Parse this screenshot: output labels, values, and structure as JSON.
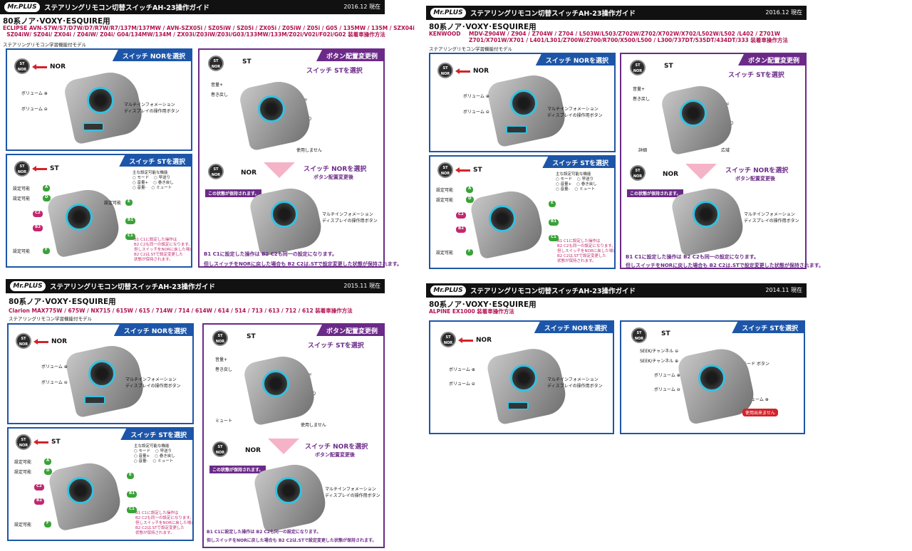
{
  "logo": "Mr.PLUS",
  "guide_title": "ステアリングリモコン切替スイッチAH-23操作ガイド",
  "heading": "80系ノア･VOXY･ESQUIRE用",
  "switch_label": {
    "top": "ST",
    "bottom": "NOR"
  },
  "select_nor": "スイッチ NORを選択",
  "select_st": "スイッチ STを選択",
  "example": "ボタン配置変更例",
  "st_caption": "スイッチ STを選択",
  "nor_caption": "スイッチ NORを選択",
  "nor_caption2": "ボタン配置変更後",
  "keep_state": "この状態が保持されます。",
  "multi_info": "マルチインフォメーション\nディスプレイの操作用ボタン",
  "funcs_title": "主な設定可能な機能",
  "volume": "ボリューム",
  "settable": "設定可能",
  "sheets": [
    {
      "date": "2016.12 現在",
      "models": "ECLIPSE AVN-S7W/S7/D7W/D7/R7W/R7/137M/137MW / AVN-SZX05i / SZ05iW / SZ05i / ZX05i / Z05iW / Z05i / G05 / 135MW / 135M / SZX04i\n  SZ04iW/ SZ04i/ ZX04i / Z04iW/ Z04i/ G04/134MW/134M / ZX03i/Z03iW/Z03i/G03/133MW/133M/Z02i/V02i/F02i/G02 装着車操作方法",
      "note": "ステアリングリモコン学習機能付モデル",
      "footer1": "B1 C1に設定した操作は B2 C2も同一の設定になります。",
      "footer2": "但しスイッチをNORに戻した場合も B2 C2は.STで設定変更した状態が保持されます。"
    },
    {
      "date": "2016.12 現在",
      "brand": "KENWOOD",
      "models": "MDV-Z904W / Z904 / Z704W / Z704 / L503W/L503/Z702W/Z702/X702W/X702/L502W/L502 /L402 / Z701W\nZ701/X701W/X701 / L401/L301/Z700W/Z700/R700/X500/L500 / L300/737DT/535DT/434DT/333 装着車操作方法",
      "note": "ステアリングリモコン学習機能付モデル",
      "footer1": "B1 C1に設定した操作は B2 C2も同一の設定になります。",
      "footer2": "但しスイッチをNORに戻した場合も B2 C2は.STで設定変更した状態が保持されます。"
    },
    {
      "date": "2015.11 現在",
      "models": "Clarion MAX775W / 675W / NX715 / 615W / 615 / 714W / 714 / 614W / 614 / 514 / 713 / 613 / 712 / 612 装着車操作方法",
      "note": "ステアリングリモコン学習機能付モデル",
      "footer1": "B1 C1に設定した操作は B2 C2も同一の設定になります。",
      "footer2": "但しスイッチをNORに戻した場合も B2 C2は.STで設定変更した状態が保持されます。"
    },
    {
      "date": "2014.11 現在",
      "models": "ALPINE EX1000 装着車操作方法",
      "seek": "SEEK/チャンネル",
      "mode_btn": "モード ボタン",
      "unusable": "使用出来ません"
    }
  ],
  "labels": {
    "vol_up": "音量+",
    "rewind": "巻き戻し",
    "mode": "モード",
    "ff": "早送り",
    "unused": "使用しません",
    "mute": "ミュート",
    "detail": "詳細",
    "wide": "広域"
  },
  "st_funcs": "○ モード    ○ 早送り\n○ 音量+    ○ 巻き戻し\n○ 音量-    ○ ミュート",
  "warn_text": "B1 C1に設定した操作は\nB2 C2も同一の設定になります。\n但しスイッチをNORに戻した場合も\nB2 C2は.STで設定変更した\n状態が保持されます。"
}
